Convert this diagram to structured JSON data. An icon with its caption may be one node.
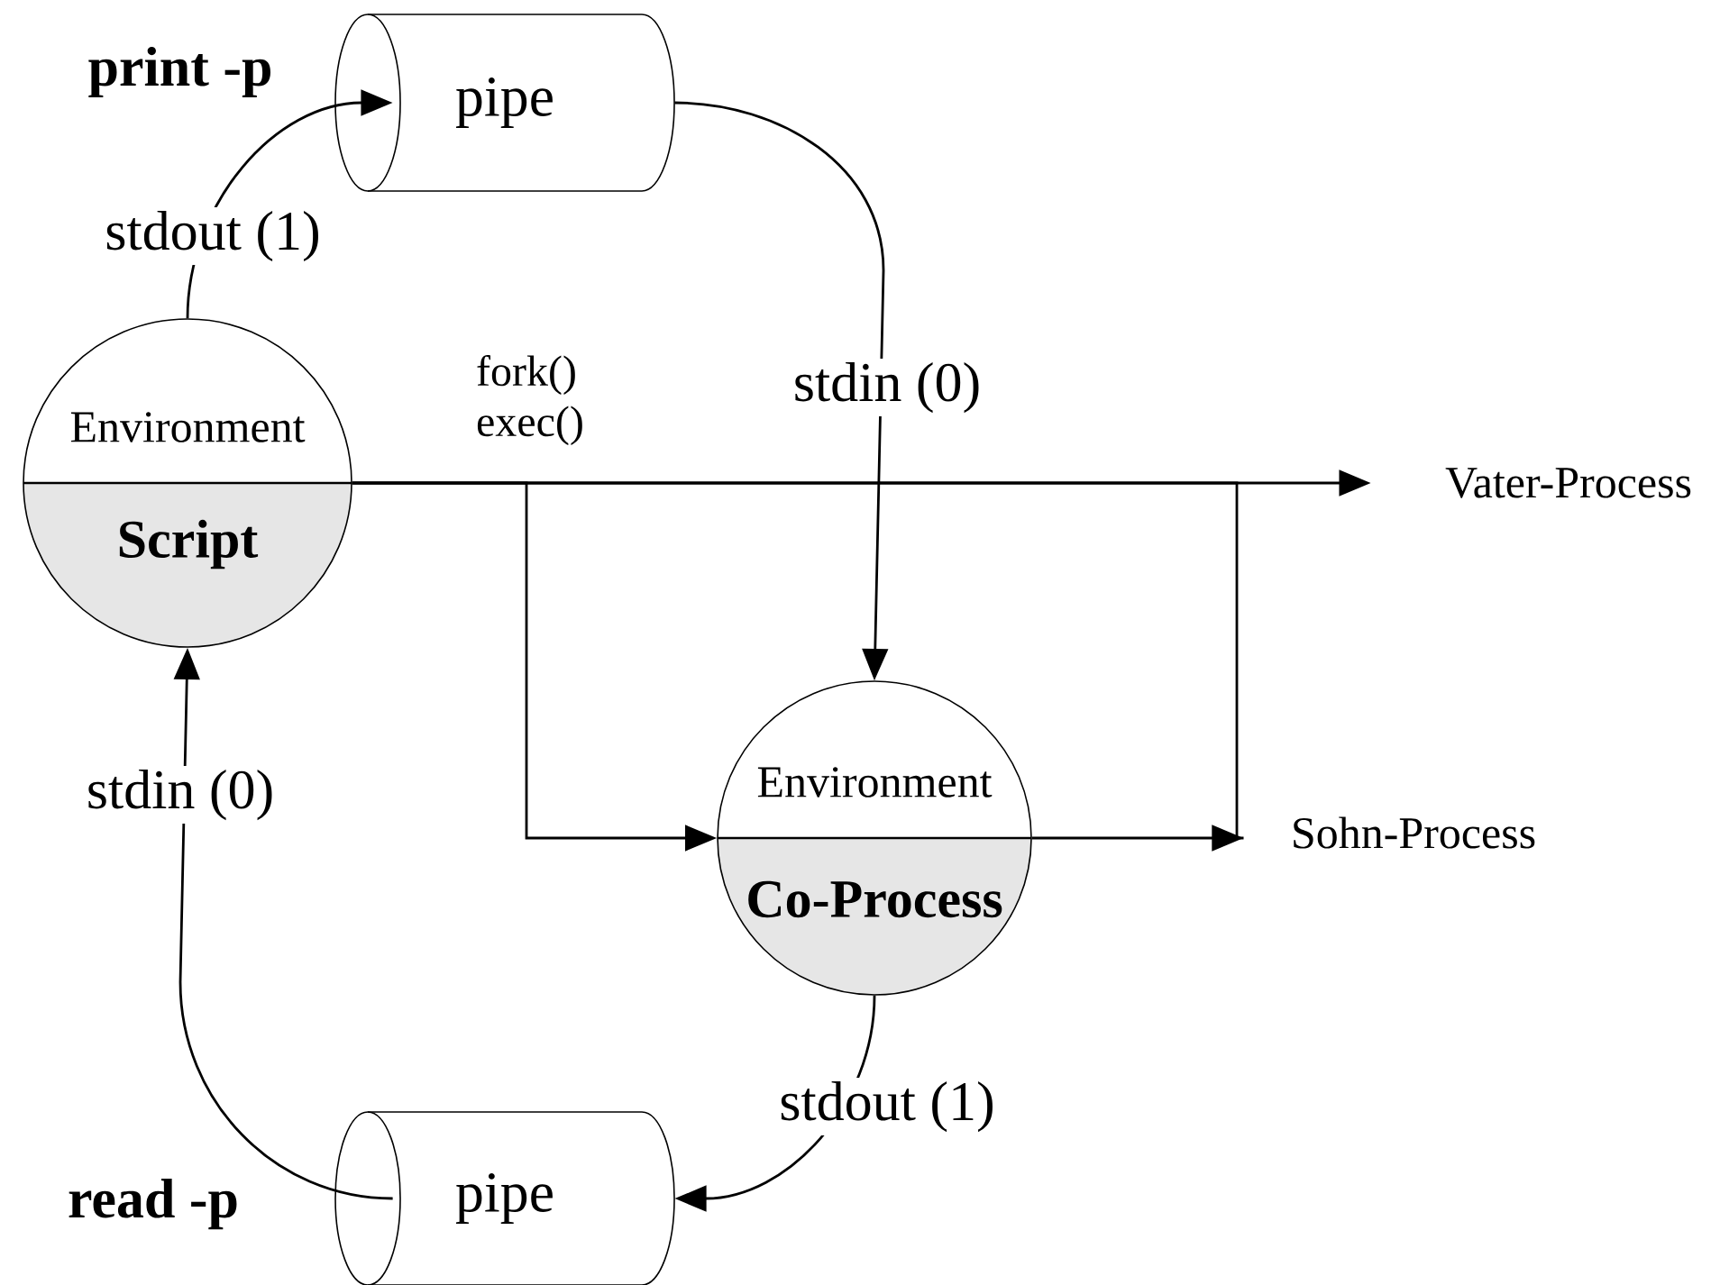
{
  "diagram": {
    "nodes": [
      {
        "text": [
          "Environment",
          "Script"
        ]
      },
      {
        "text": [
          "pipe"
        ],
        "beside": [
          "print -p"
        ]
      },
      {
        "text": [
          "Environment",
          "Co-Process"
        ]
      },
      {
        "text": [
          "pipe"
        ],
        "beside": [
          "read -p"
        ]
      },
      {
        "text": [
          "Vater-Process"
        ]
      },
      {
        "text": [
          "Sohn-Process"
        ]
      }
    ],
    "edges": [
      {
        "from": 0,
        "to": 1,
        "arrow": "to",
        "label": "stdout (1)"
      },
      {
        "from": 1,
        "to": 2,
        "arrow": "to",
        "label": "stdin (0)"
      },
      {
        "from": 2,
        "to": 3,
        "arrow": "to",
        "label": "stdout (1)"
      },
      {
        "from": 3,
        "to": 0,
        "arrow": "to",
        "label": "stdin (0)"
      },
      {
        "from": 0,
        "to": 4,
        "arrow": "to"
      },
      {
        "from": 0,
        "to": 2,
        "arrow": "to",
        "label": "fork() exec()"
      },
      {
        "from": 0,
        "to": 5,
        "arrow": "none"
      },
      {
        "from": 2,
        "to": 5,
        "arrow": "to"
      }
    ]
  }
}
